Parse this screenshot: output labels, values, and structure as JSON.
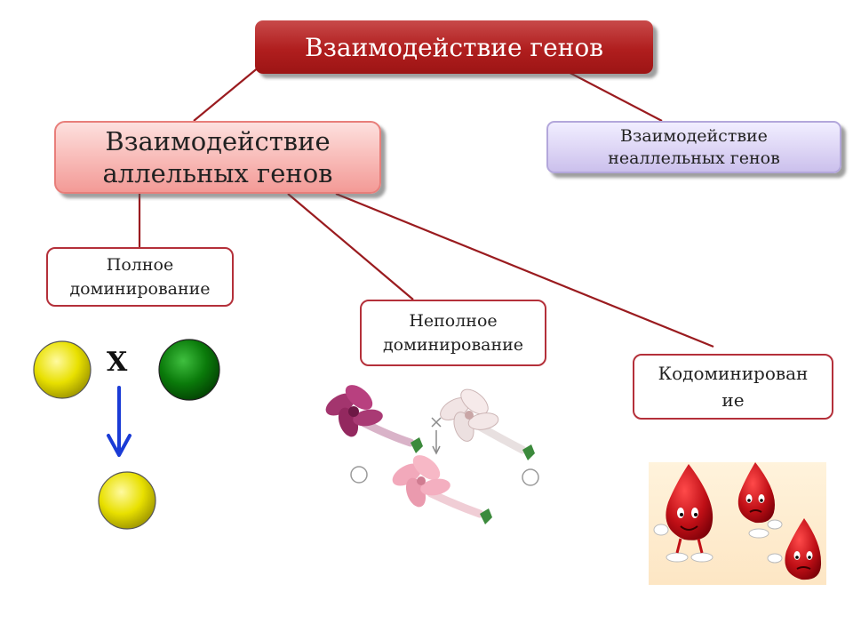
{
  "diagram": {
    "root": {
      "label": "Взаимодействие генов"
    },
    "allelic": {
      "label": "Взаимодействие\nаллельных генов"
    },
    "non_allelic": {
      "label": "Взаимодействие\nнеаллельных генов"
    },
    "complete_dominance": {
      "label": "Полное\nдоминирование"
    },
    "incomplete_dominance": {
      "label": "Неполное\nдоминирование"
    },
    "codominance": {
      "label": "Кодоминирован\nие"
    },
    "cross_symbol": "X"
  },
  "colors": {
    "connector": "#9a1b1f",
    "yellow_ball": "#e8e000",
    "green_ball": "#0a7a0a",
    "arrow": "#1a3bd6",
    "blood": "#c00f16"
  },
  "icons": {
    "ball": "sphere",
    "arrow": "down-arrow",
    "flower": "flower",
    "drop": "blood-drop-character"
  }
}
